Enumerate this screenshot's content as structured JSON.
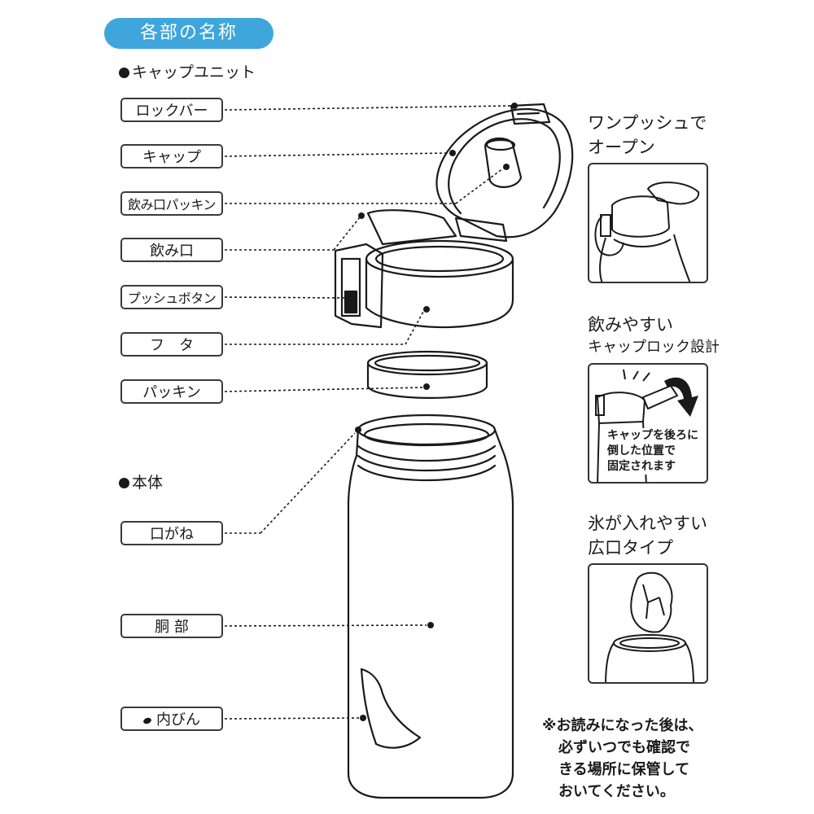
{
  "title": "各部の名称",
  "sections": {
    "cap_unit": "キャップユニット",
    "body": "本体"
  },
  "labels": {
    "lock_bar": "ロックバー",
    "cap": "キャップ",
    "spout_packing": "飲み口パッキン",
    "spout": "飲み口",
    "push_button": "プッシュボタン",
    "lid": "フ　タ",
    "packing": "パッキン",
    "mouth_ring": "口がね",
    "body_part": "胴 部",
    "inner_bottle": "内びん"
  },
  "features": {
    "one_push_line1": "ワンプッシュで",
    "one_push_line2": "オープン",
    "easy_drink_line1": "飲みやすい",
    "easy_drink_line2": "キャップロック設計",
    "lock_note_line1": "キャップを後ろに",
    "lock_note_line2": "倒した位置で",
    "lock_note_line3": "固定されます",
    "ice_line1": "氷が入れやすい",
    "ice_line2": "広口タイプ"
  },
  "note": {
    "line1": "※お読みになった後は、",
    "line2": "必ずいつでも確認で",
    "line3": "きる場所に保管して",
    "line4": "おいてください。"
  }
}
